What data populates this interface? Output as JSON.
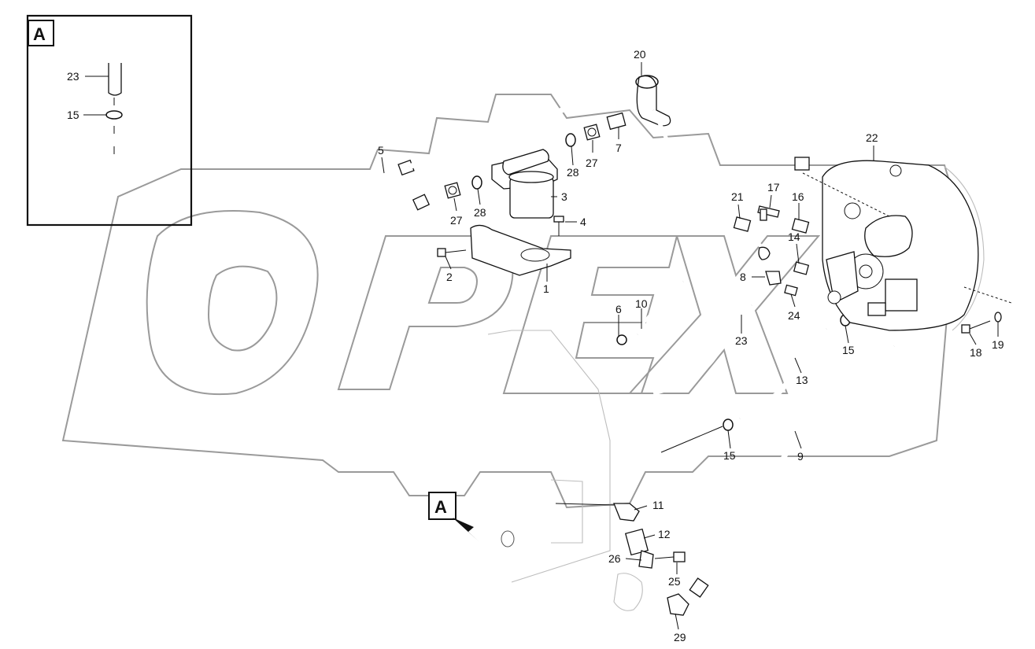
{
  "watermark": "OPEX",
  "inset": {
    "letter": "A",
    "callouts": [
      "23",
      "15"
    ]
  },
  "view_marker": "A",
  "callouts": {
    "c1": "1",
    "c2": "2",
    "c3": "3",
    "c4": "4",
    "c5": "5",
    "c6": "6",
    "c7": "7",
    "c8": "8",
    "c9": "9",
    "c10": "10",
    "c11": "11",
    "c12": "12",
    "c13": "13",
    "c14": "14",
    "c15a": "15",
    "c15b": "15",
    "c16": "16",
    "c17": "17",
    "c18": "18",
    "c19": "19",
    "c20": "20",
    "c21": "21",
    "c22": "22",
    "c23": "23",
    "c24": "24",
    "c25": "25",
    "c26": "26",
    "c27a": "27",
    "c27b": "27",
    "c28a": "28",
    "c28b": "28",
    "c29": "29"
  }
}
